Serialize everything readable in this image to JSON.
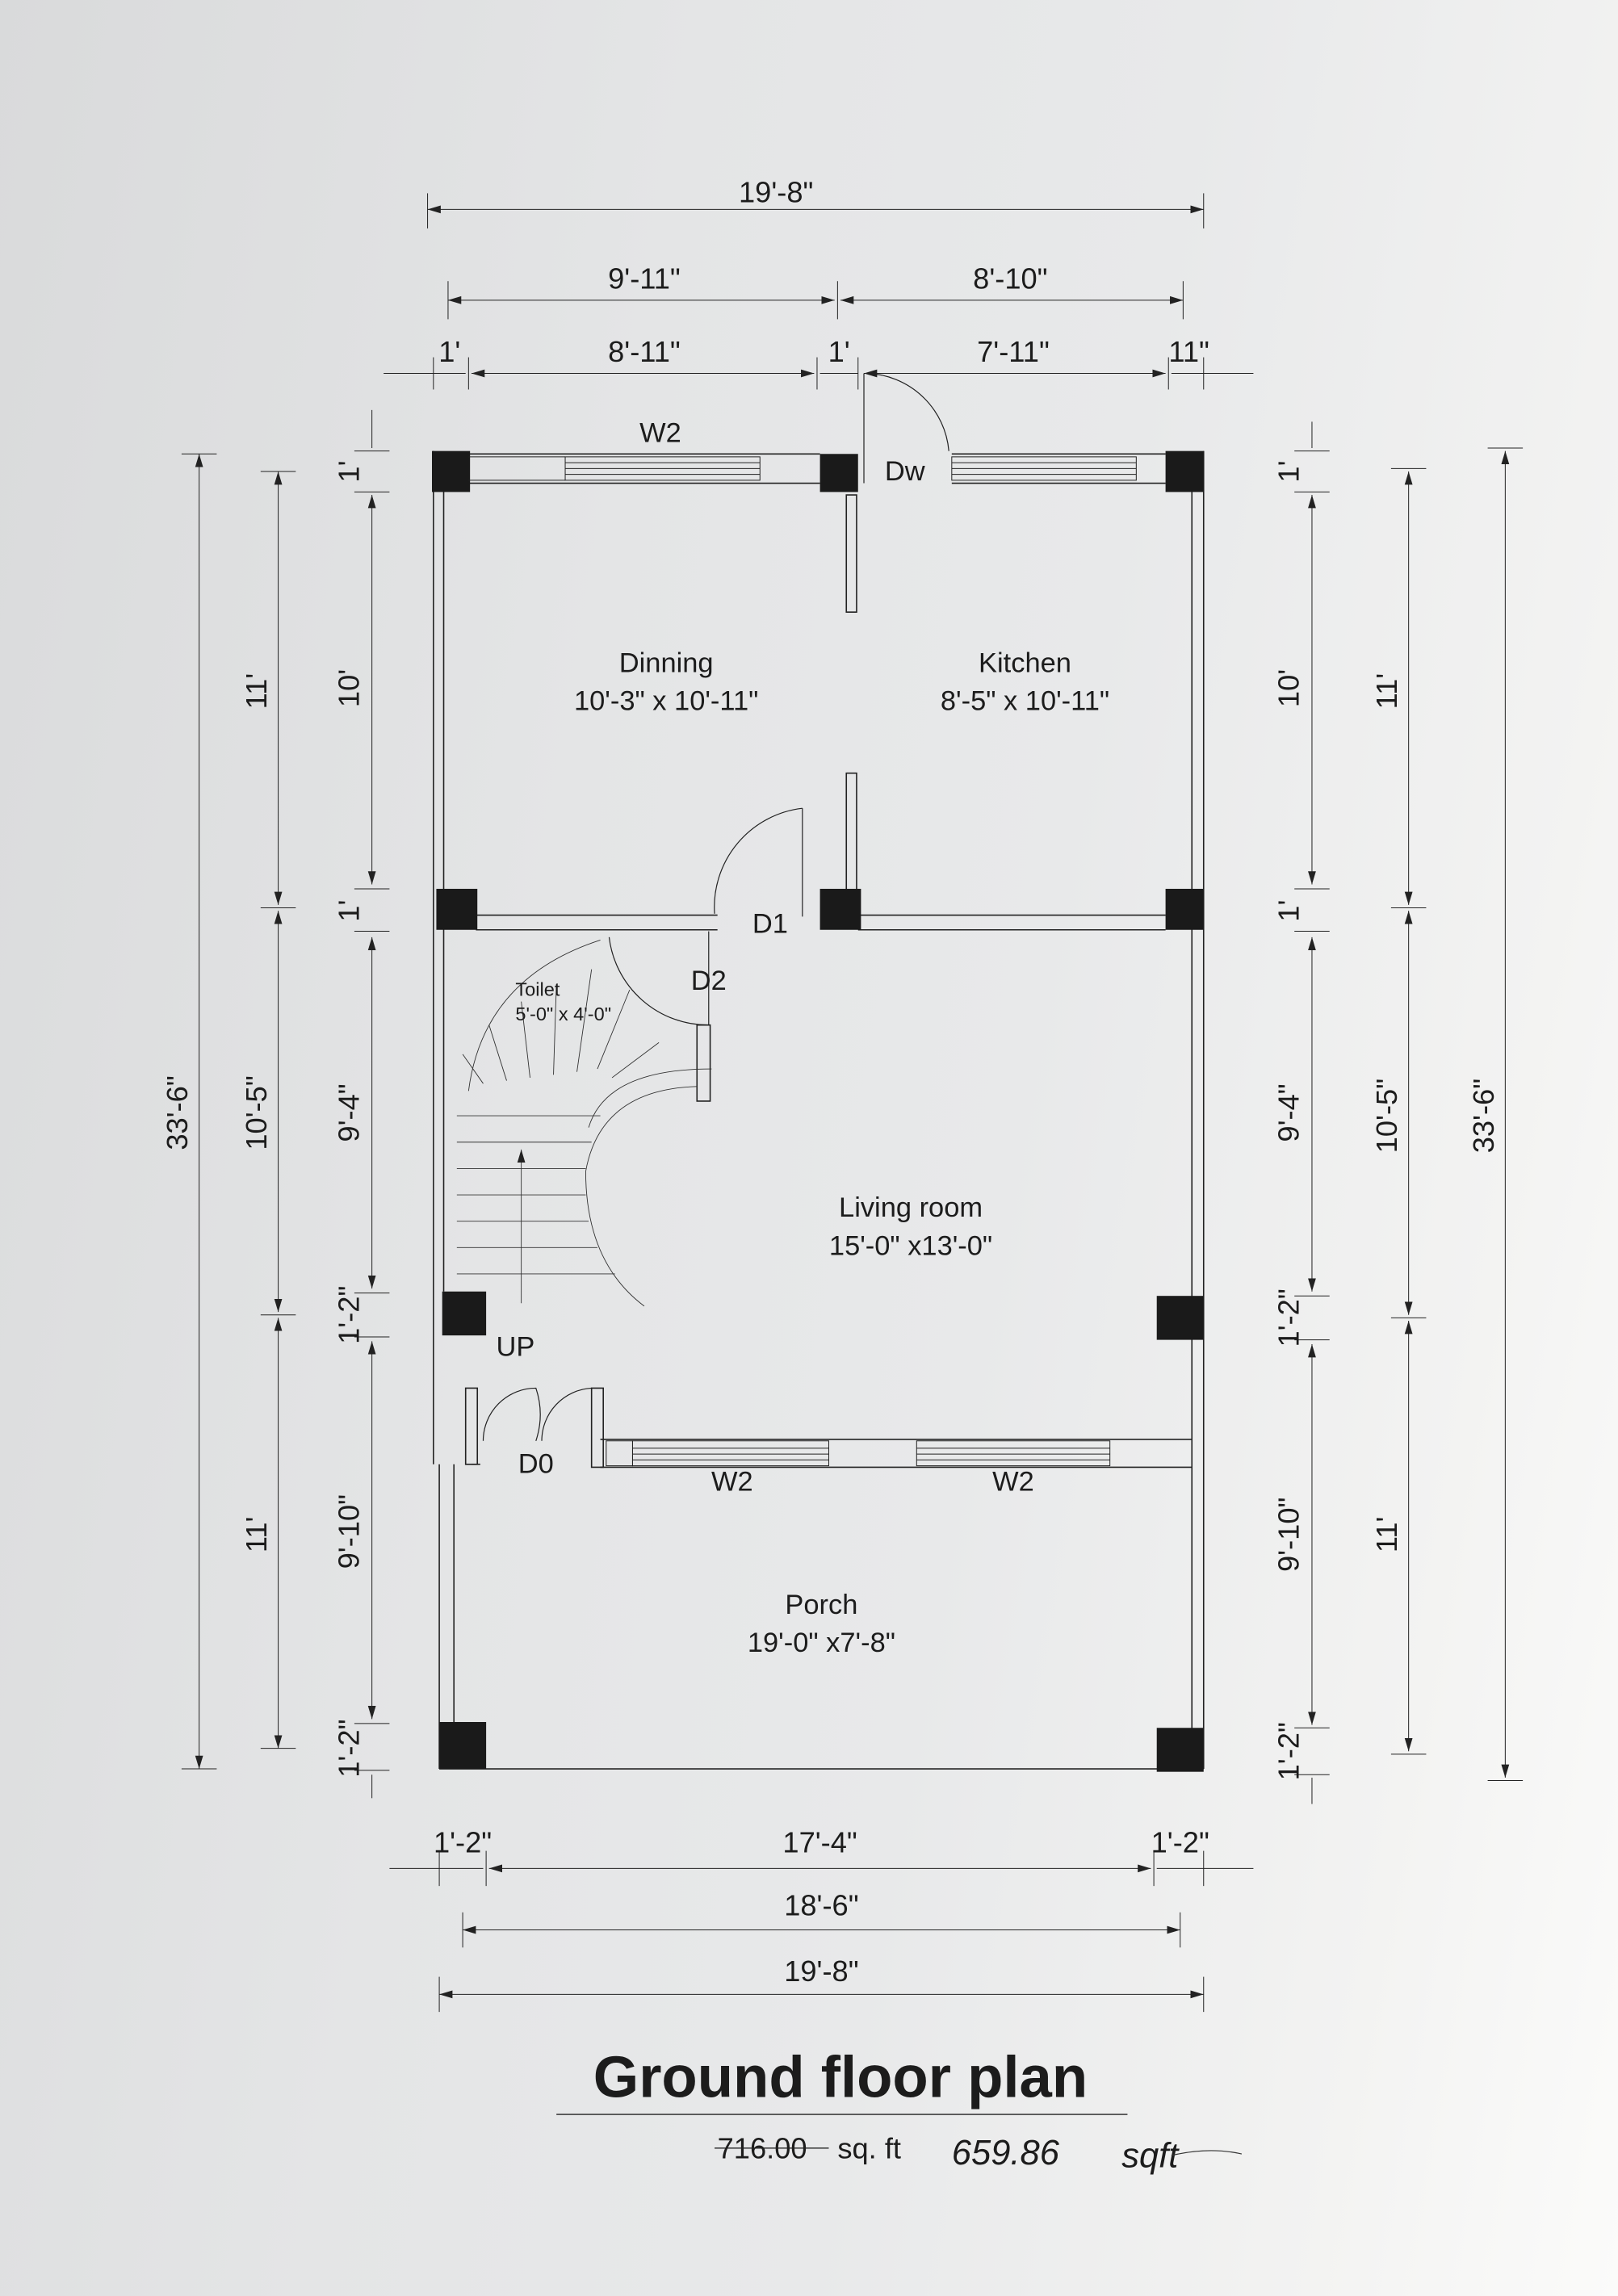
{
  "plan": {
    "title": "Ground floor plan",
    "area_printed": "716.00",
    "area_unit": "sq. ft",
    "area_handwritten": "659.86",
    "area_handwritten_unit": "sqft",
    "rooms": {
      "dinning": {
        "name": "Dinning",
        "size": "10'-3\" x 10'-11\""
      },
      "kitchen": {
        "name": "Kitchen",
        "size": "8'-5\" x 10'-11\""
      },
      "toilet": {
        "name": "Toilet",
        "size": "5'-0\" x 4'-0\""
      },
      "living": {
        "name": "Living room",
        "size": "15'-0\" x13'-0\""
      },
      "porch": {
        "name": "Porch",
        "size": "19'-0\" x7'-8\""
      }
    },
    "labels": {
      "w2_top": "W2",
      "dw": "Dw",
      "d1": "D1",
      "d2": "D2",
      "d0": "D0",
      "up": "UP",
      "w2_front_left": "W2",
      "w2_front_right": "W2"
    },
    "dimensions": {
      "top_overall": "19'-8\"",
      "top_left": "9'-11\"",
      "top_right": "8'-10\"",
      "top_seg_1": "1'",
      "top_seg_2": "8'-11\"",
      "top_seg_3": "1'",
      "top_seg_4": "7'-11\"",
      "top_seg_5": "11\"",
      "bottom_seg_1": "1'-2\"",
      "bottom_seg_2": "17'-4\"",
      "bottom_seg_3": "1'-2\"",
      "bottom_mid": "18'-6\"",
      "bottom_overall": "19'-8\"",
      "left_overall": "33'-6\"",
      "left_mid_1": "11'",
      "left_mid_2": "10'-5\"",
      "left_mid_3": "11'",
      "left_in_1": "1'",
      "left_in_2": "10'",
      "left_in_3": "1'",
      "left_in_4": "9'-4\"",
      "left_in_5": "1'-2\"",
      "left_in_6": "9'-10\"",
      "left_in_7": "1'-2\"",
      "right_in_1": "1'",
      "right_in_2": "10'",
      "right_in_3": "1'",
      "right_in_4": "9'-4\"",
      "right_in_5": "1'-2\"",
      "right_in_6": "9'-10\"",
      "right_in_7": "1'-2\"",
      "right_mid_1": "11'",
      "right_mid_2": "10'-5\"",
      "right_mid_3": "11'",
      "right_overall": "33'-6\""
    }
  }
}
